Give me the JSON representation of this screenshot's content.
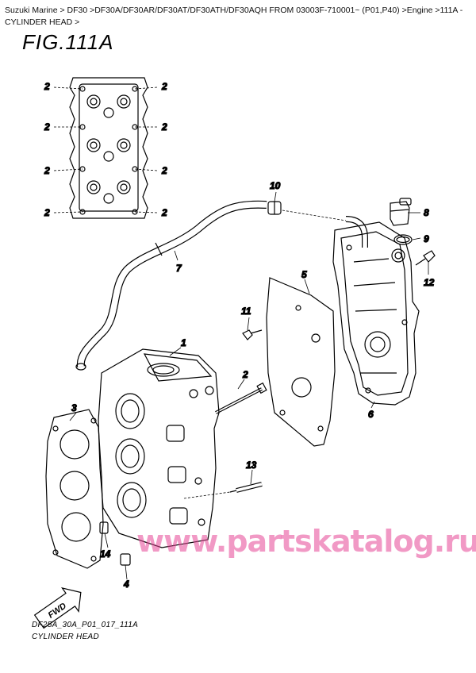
{
  "breadcrumb": {
    "text": "Suzuki Marine > DF30 >DF30A/DF30AR/DF30AT/DF30ATH/DF30AQH FROM 03003F-710001~ (P01,P40) >Engine >111A - CYLINDER HEAD >"
  },
  "figure": {
    "title": "FIG.111A",
    "code": "DF25A_30A_P01_017_111A",
    "caption": "CYLINDER HEAD"
  },
  "callouts": {
    "c1": "1",
    "c2": "2",
    "c3": "3",
    "c4": "4",
    "c5": "5",
    "c6": "6",
    "c7": "7",
    "c8": "8",
    "c9": "9",
    "c10": "10",
    "c11": "11",
    "c12": "12",
    "c13": "13",
    "c14": "14",
    "fwd": "FWD"
  },
  "watermark": "www.partskatalog.ru"
}
